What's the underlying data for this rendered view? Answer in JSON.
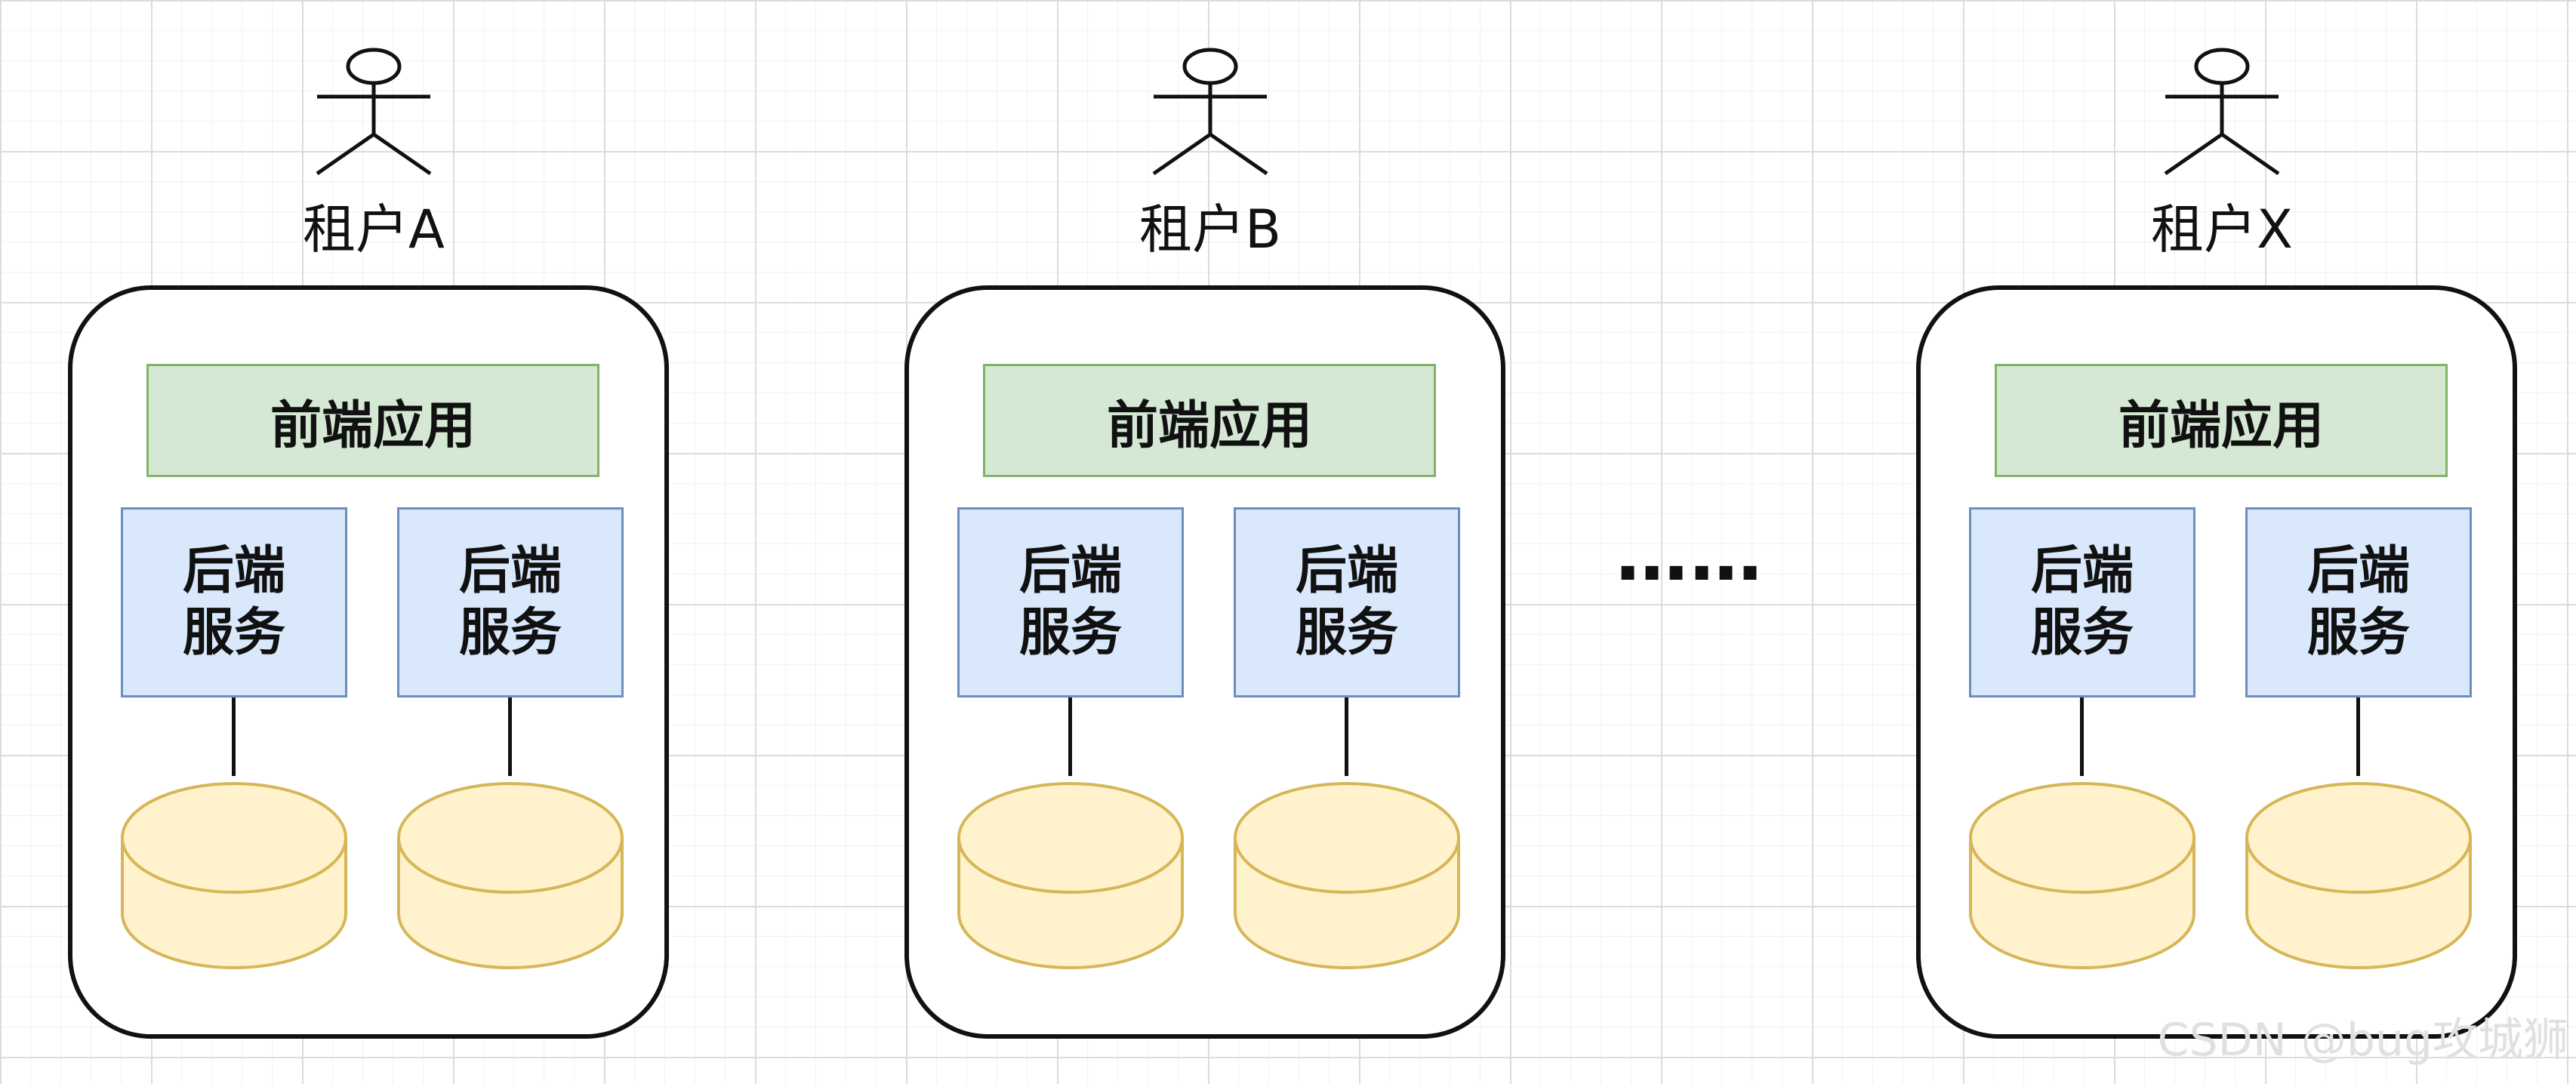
{
  "tenants": [
    {
      "label": "租户A",
      "frontend": "前端应用",
      "backends": [
        {
          "line1": "后端",
          "line2": "服务"
        },
        {
          "line1": "后端",
          "line2": "服务"
        }
      ]
    },
    {
      "label": "租户B",
      "frontend": "前端应用",
      "backends": [
        {
          "line1": "后端",
          "line2": "服务"
        },
        {
          "line1": "后端",
          "line2": "服务"
        }
      ]
    },
    {
      "label": "租户X",
      "frontend": "前端应用",
      "backends": [
        {
          "line1": "后端",
          "line2": "服务"
        },
        {
          "line1": "后端",
          "line2": "服务"
        }
      ]
    }
  ],
  "ellipsis": "……",
  "watermark": "CSDN @bug攻城狮",
  "colors": {
    "frontend_fill": "#d5e8d4",
    "frontend_stroke": "#82b366",
    "backend_fill": "#dae8fc",
    "backend_stroke": "#6c8ebf",
    "database_fill": "#fff2cc",
    "database_stroke": "#d6b656"
  },
  "icons": {
    "actor": "stick-figure-icon",
    "database": "database-cylinder-icon"
  }
}
